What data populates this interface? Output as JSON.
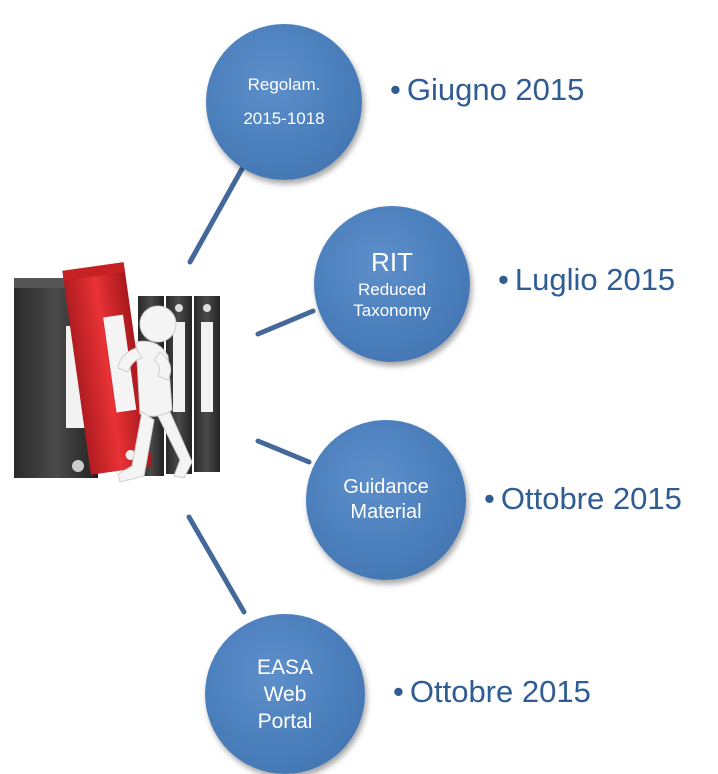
{
  "nodes": [
    {
      "lines": [
        "Regolam.",
        "2015-1018"
      ],
      "date": "Giugno 2015"
    },
    {
      "title": "RIT",
      "lines": [
        "Reduced",
        "Taxonomy"
      ],
      "date": "Luglio 2015"
    },
    {
      "lines": [
        "Guidance",
        "Material"
      ],
      "date": "Ottobre 2015"
    },
    {
      "lines": [
        "EASA",
        "Web",
        "Portal"
      ],
      "date": "Ottobre 2015"
    }
  ],
  "colors": {
    "circle_fill": "#4a7ebb",
    "text_on_circle": "#ffffff",
    "bullet_text": "#2f5c92",
    "connector": "#44689a",
    "binder_black": "#3a3a3a",
    "binder_red": "#d8272b"
  },
  "illustration": {
    "icon": "person-pulling-binder-icon"
  }
}
